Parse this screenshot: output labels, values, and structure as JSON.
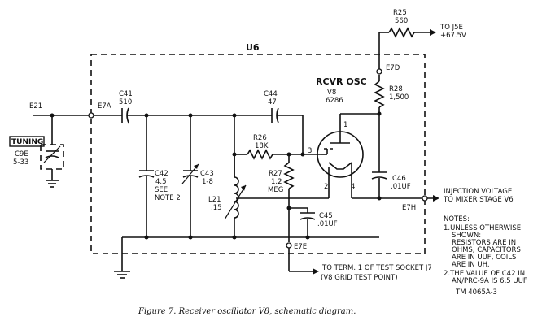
{
  "figure_caption": "Figure 7.   Receiver oscillator V8, schematic diagram.",
  "module": "U6",
  "stage_title": "RCVR OSC",
  "tube": {
    "ref": "V8",
    "type": "6286",
    "pins": [
      "1",
      "2",
      "3",
      "4"
    ]
  },
  "terminals": {
    "e21": "E21",
    "e7a": "E7A",
    "e7d": "E7D",
    "e7e": "E7E",
    "e7h": "E7H"
  },
  "components": {
    "r25": {
      "ref": "R25",
      "value": "560"
    },
    "r28": {
      "ref": "R28",
      "value": "1,500"
    },
    "r26": {
      "ref": "R26",
      "value": "18K"
    },
    "r27": {
      "ref": "R27",
      "value": "1.2",
      "unit": "MEG"
    },
    "c41": {
      "ref": "C41",
      "value": "510"
    },
    "c44": {
      "ref": "C44",
      "value": "47"
    },
    "c42": {
      "ref": "C42",
      "value": "4.5",
      "see": "SEE",
      "note": "NOTE 2"
    },
    "c43": {
      "ref": "C43",
      "value": "1-8"
    },
    "l21": {
      "ref": "L21",
      "value": ".15"
    },
    "c45": {
      "ref": "C45",
      "value": ".01UF"
    },
    "c46": {
      "ref": "C46",
      "value": ".01UF"
    },
    "c9e": {
      "ref": "C9E",
      "value": "5-33"
    }
  },
  "tuning_label": "TUNING",
  "connections": {
    "to_j5e_1": "TO J5E",
    "to_j5e_2": "+67.5V",
    "injection_1": "INJECTION VOLTAGE",
    "injection_2": "TO MIXER STAGE V6",
    "test_1": "TO TERM. 1 OF TEST SOCKET J7",
    "test_2": "(V8 GRID TEST POINT)"
  },
  "notes": {
    "title": "NOTES:",
    "lines": [
      "1.UNLESS OTHERWISE",
      "SHOWN:",
      "RESISTORS ARE IN",
      "OHMS, CAPACITORS",
      "ARE IN UUF, COILS",
      "ARE IN UH.",
      "2.THE VALUE OF C42 IN",
      "AN/PRC-9A IS 6.5 UUF"
    ]
  },
  "doc_number": "TM 4065A-3"
}
